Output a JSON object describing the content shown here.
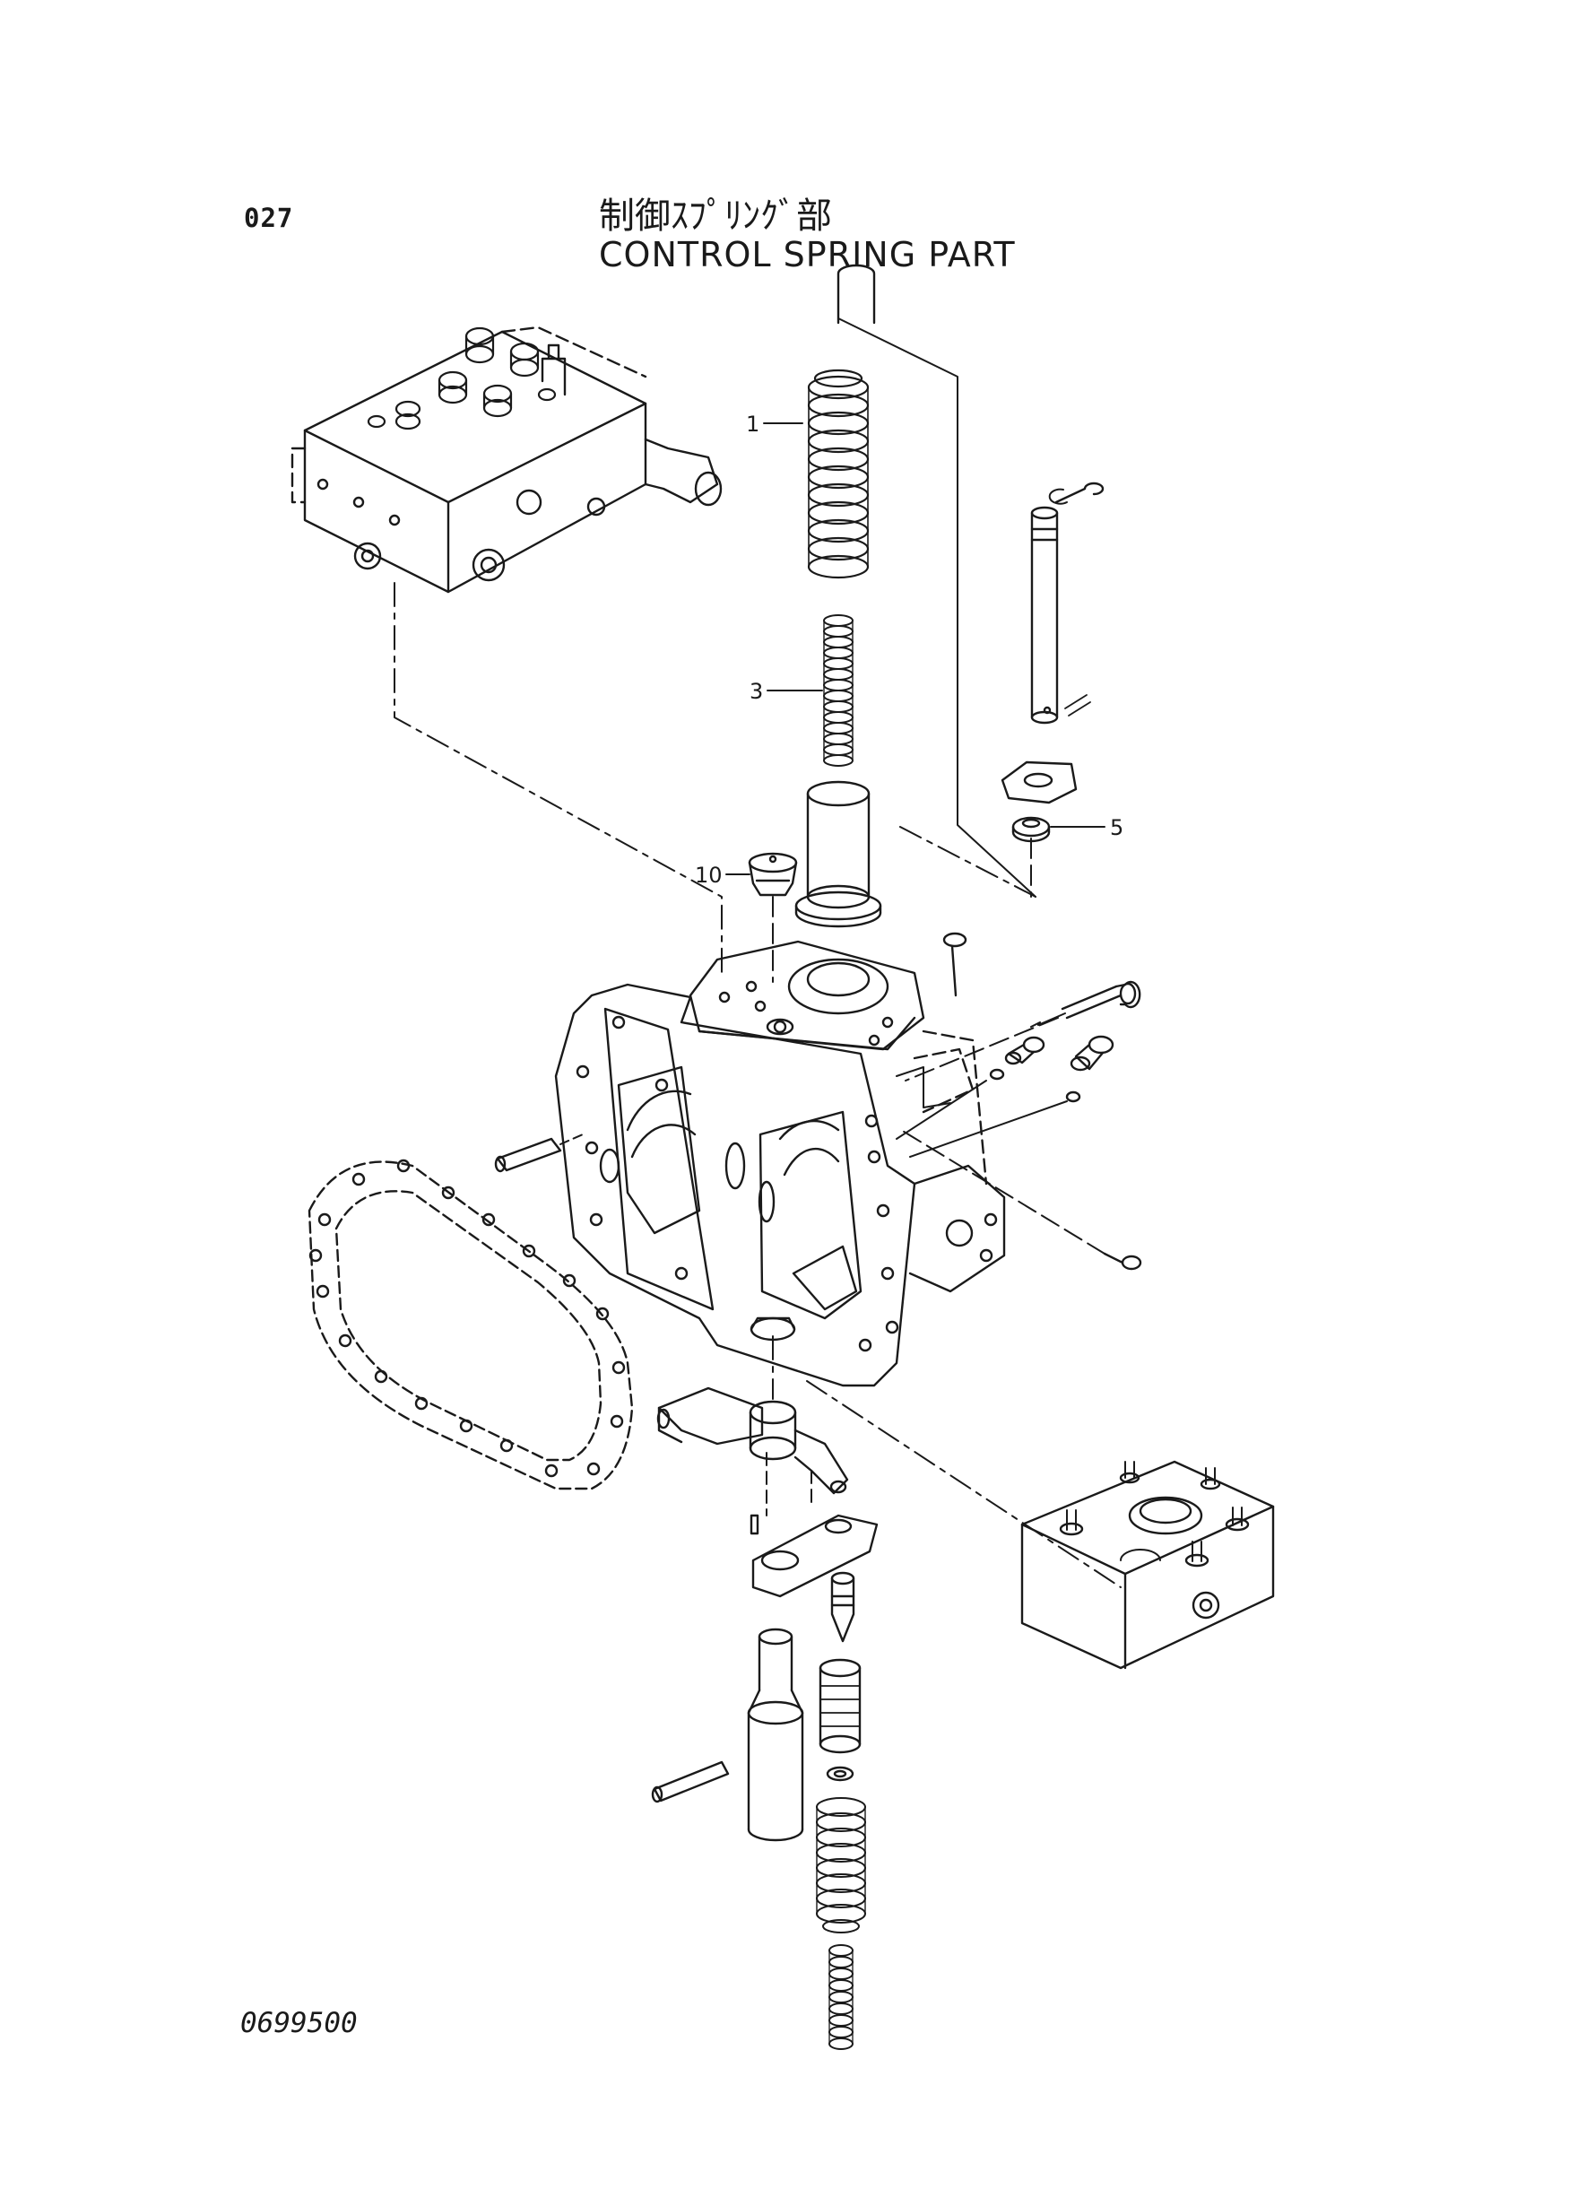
{
  "header": {
    "page_number": "027",
    "title_jp": "制御ｽﾌﾟﾘﾝｸﾞ部",
    "title_en": "CONTROL SPRING PART"
  },
  "footer": {
    "drawing_number": "0699500"
  },
  "callouts": [
    {
      "id": "1"
    },
    {
      "id": "3"
    },
    {
      "id": "5"
    },
    {
      "id": "10"
    }
  ],
  "colors": {
    "line": "#1a1a1a",
    "background": "#ffffff"
  }
}
